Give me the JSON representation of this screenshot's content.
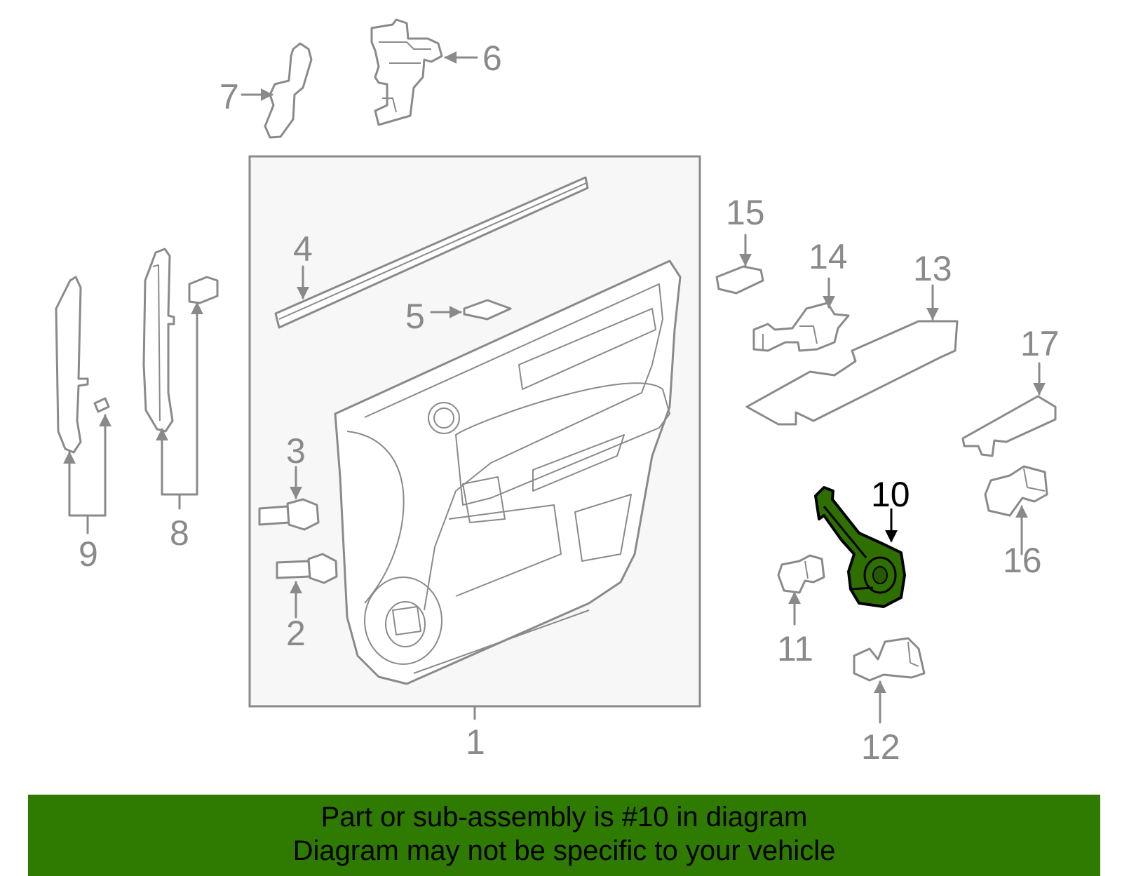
{
  "callouts": {
    "c1": "1",
    "c2": "2",
    "c3": "3",
    "c4": "4",
    "c5": "5",
    "c6": "6",
    "c7": "7",
    "c8": "8",
    "c9": "9",
    "c10": "10",
    "c11": "11",
    "c12": "12",
    "c13": "13",
    "c14": "14",
    "c15": "15",
    "c16": "16",
    "c17": "17"
  },
  "highlight": {
    "part_number": "10",
    "color": "#2f6f00",
    "banner_color": "#2f7a00"
  },
  "banner": {
    "line1": "Part or sub-assembly is #10 in diagram",
    "line2": "Diagram may not be specific to your vehicle"
  }
}
